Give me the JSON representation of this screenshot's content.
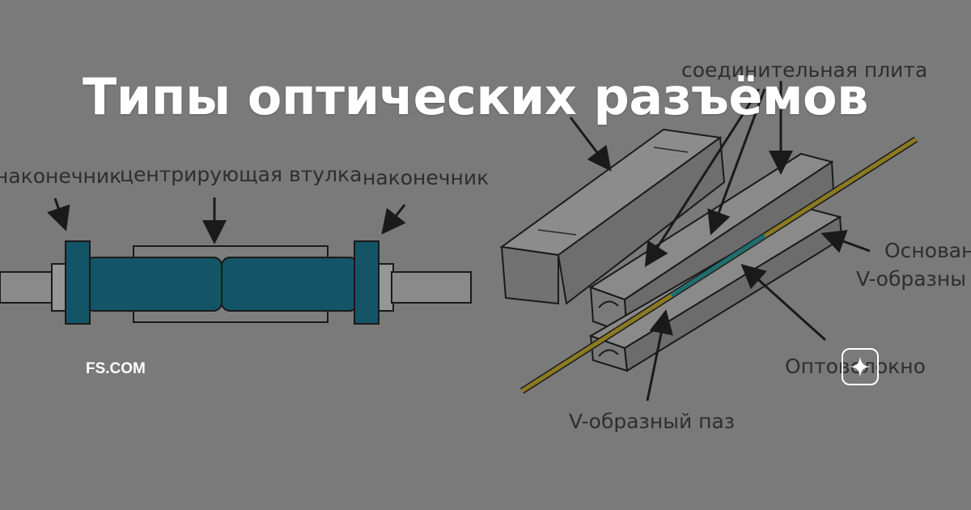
{
  "title": "Типы оптических разъёмов",
  "source": "FS.COM",
  "left_diagram": {
    "label_left": "наконечник",
    "label_center": "центрирующая втулка",
    "label_right": "наконечник"
  },
  "right_diagram": {
    "label_plate": "соединительная плита",
    "label_base_line1": "Основан",
    "label_base_line2": "V-образны",
    "label_fiber": "Оптоволокно",
    "label_groove": "V-образный паз"
  },
  "badge_icon": "sparkle-icon",
  "colors": {
    "background": "#7a7a7a",
    "ferrule_teal": "#135566",
    "fiber_gold": "#8a7a22",
    "fiber_teal": "#1e6e72",
    "title_text": "#ffffff"
  }
}
